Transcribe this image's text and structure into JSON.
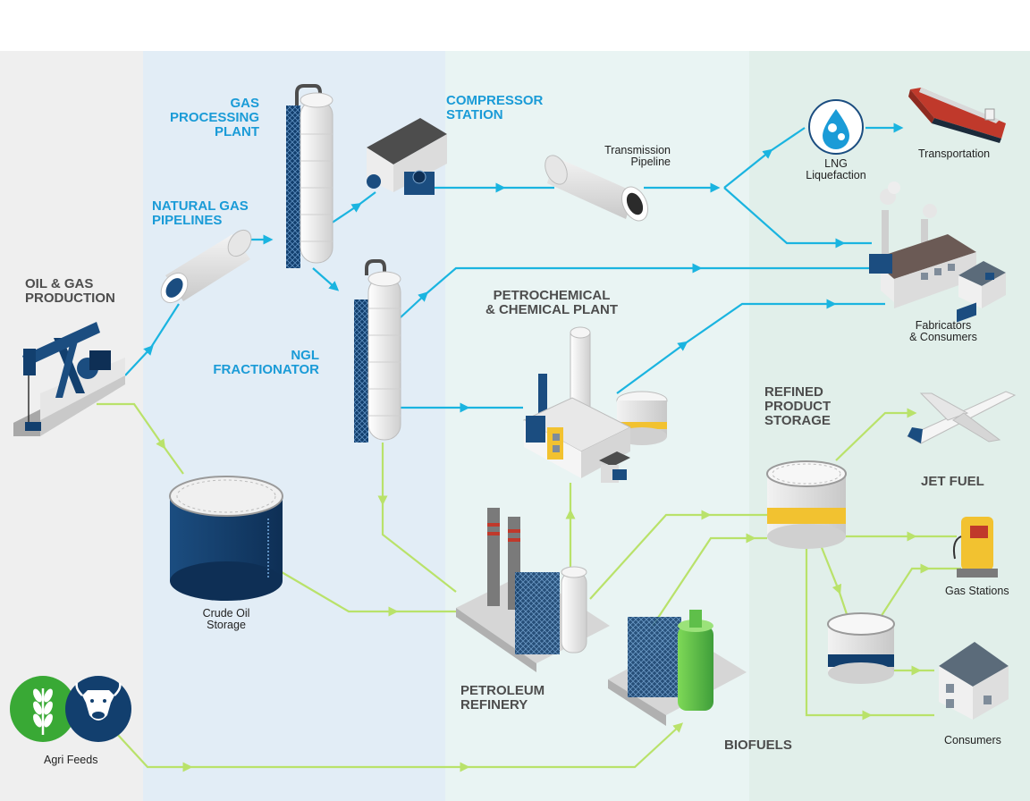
{
  "labels": {
    "oil_gas_production": [
      "OIL & GAS",
      "PRODUCTION"
    ],
    "natural_gas_pipelines": [
      "NATURAL GAS",
      "PIPELINES"
    ],
    "gas_processing_plant": [
      "GAS",
      "PROCESSING",
      "PLANT"
    ],
    "compressor_station": [
      "COMPRESSOR",
      "STATION"
    ],
    "transmission_pipeline": [
      "Transmission",
      "Pipeline"
    ],
    "lng_liquefaction": [
      "LNG",
      "Liquefaction"
    ],
    "transportation": "Transportation",
    "fabricators_consumers": [
      "Fabricators",
      "& Consumers"
    ],
    "ngl_fractionator": [
      "NGL",
      "FRACTIONATOR"
    ],
    "petrochemical_plant": [
      "PETROCHEMICAL",
      "& CHEMICAL PLANT"
    ],
    "refined_product_storage": [
      "REFINED",
      "PRODUCT",
      "STORAGE"
    ],
    "jet_fuel": "JET FUEL",
    "gas_stations": "Gas Stations",
    "consumers": "Consumers",
    "crude_oil_storage": [
      "Crude Oil",
      "Storage"
    ],
    "petroleum_refinery": [
      "PETROLEUM",
      "REFINERY"
    ],
    "biofuels": "BIOFUELS",
    "agri_feeds": "Agri Feeds"
  },
  "colors": {
    "gas_flow": "#1ab4e0",
    "liquid_flow": "#b9e26a",
    "heading_blue": "#1a9bd7",
    "heading_grey": "#4d4d4d",
    "navy": "#123f6e",
    "band_1": "#efefef",
    "band_2": "#e2edf6",
    "band_3": "#e9f4f3",
    "band_4": "#e1efea"
  },
  "icons": [
    "pumpjack-icon",
    "pipe-segment-icon",
    "distillation-column-icon",
    "compressor-building-icon",
    "lng-gears-icon",
    "tanker-ship-icon",
    "factory-icon",
    "crude-tank-icon",
    "chemical-plant-icon",
    "refinery-icon",
    "biofuel-plant-icon",
    "storage-tank-icon",
    "airplane-icon",
    "fuel-pump-icon",
    "house-icon",
    "wheat-icon",
    "cow-icon"
  ]
}
